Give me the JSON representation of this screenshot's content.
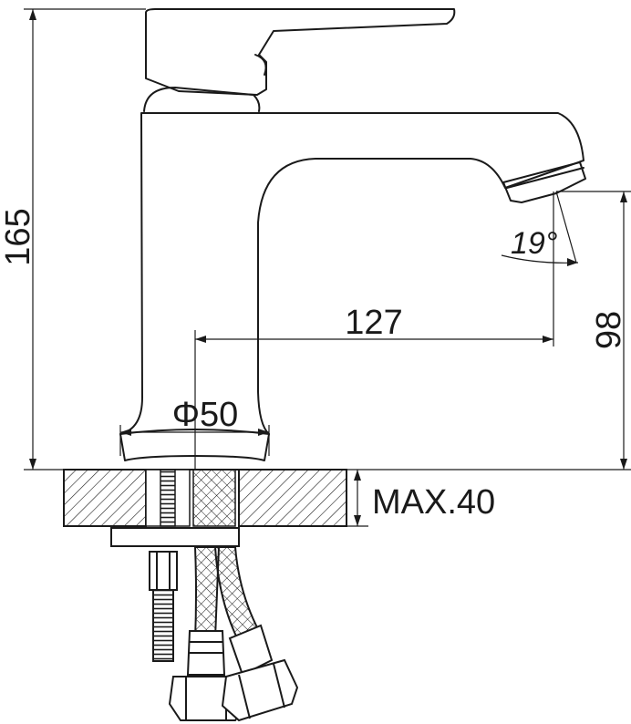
{
  "dimensions": {
    "overall_height": "165",
    "spout_reach": "127",
    "spout_outlet_height": "98",
    "base_diameter": "Φ50",
    "max_deck_thickness": "MAX.40",
    "outlet_angle": "19°"
  },
  "colors": {
    "line": "#1a1a1a",
    "background": "#ffffff"
  }
}
